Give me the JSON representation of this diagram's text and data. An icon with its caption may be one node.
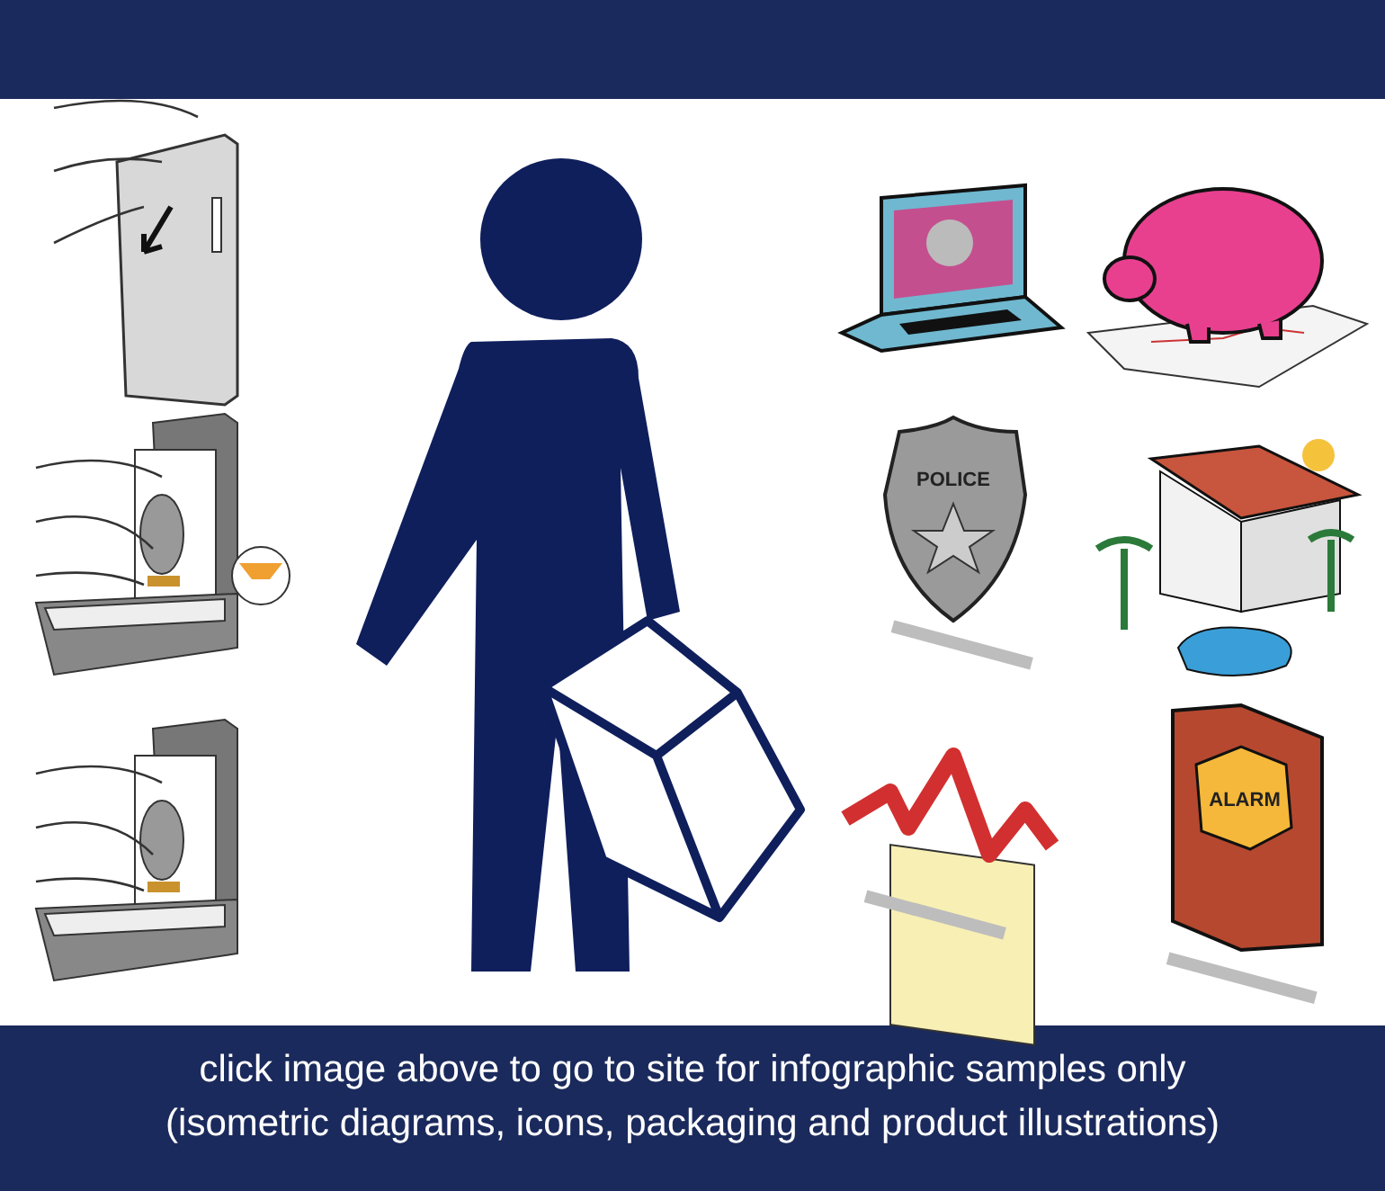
{
  "diagram": {
    "caption": "click image above to go to site for infographic samples only (isometric diagrams, icons, packaging and product illustrations)",
    "labels": [
      "POLICE",
      "ALARM"
    ]
  }
}
